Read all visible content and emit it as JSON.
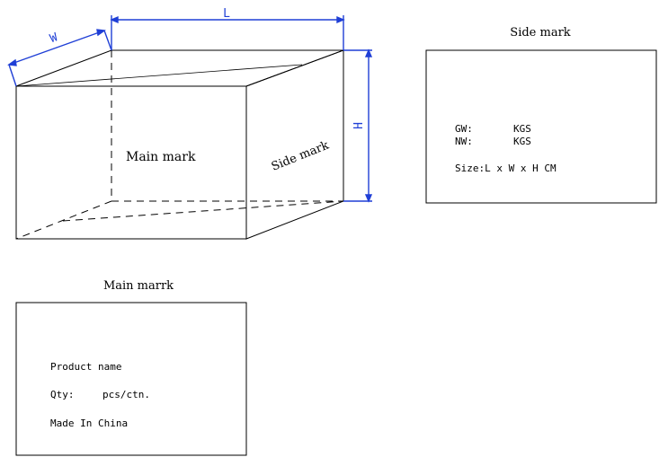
{
  "box": {
    "main_face_label": "Main mark",
    "side_face_label": "Side mark",
    "dim_length": "L",
    "dim_width": "W",
    "dim_height": "H"
  },
  "side_panel": {
    "title": "Side mark",
    "gw_label": "GW:",
    "gw_unit": "KGS",
    "nw_label": "NW:",
    "nw_unit": "KGS",
    "size_text": "Size:L x W x H CM"
  },
  "main_panel": {
    "title": "Main marrk",
    "product_line": "Product name",
    "qty_label": "Qty:",
    "qty_unit": "pcs/ctn.",
    "origin_line": "Made In China"
  },
  "colors": {
    "line": "#000000",
    "dimension": "#1f3fd6"
  }
}
